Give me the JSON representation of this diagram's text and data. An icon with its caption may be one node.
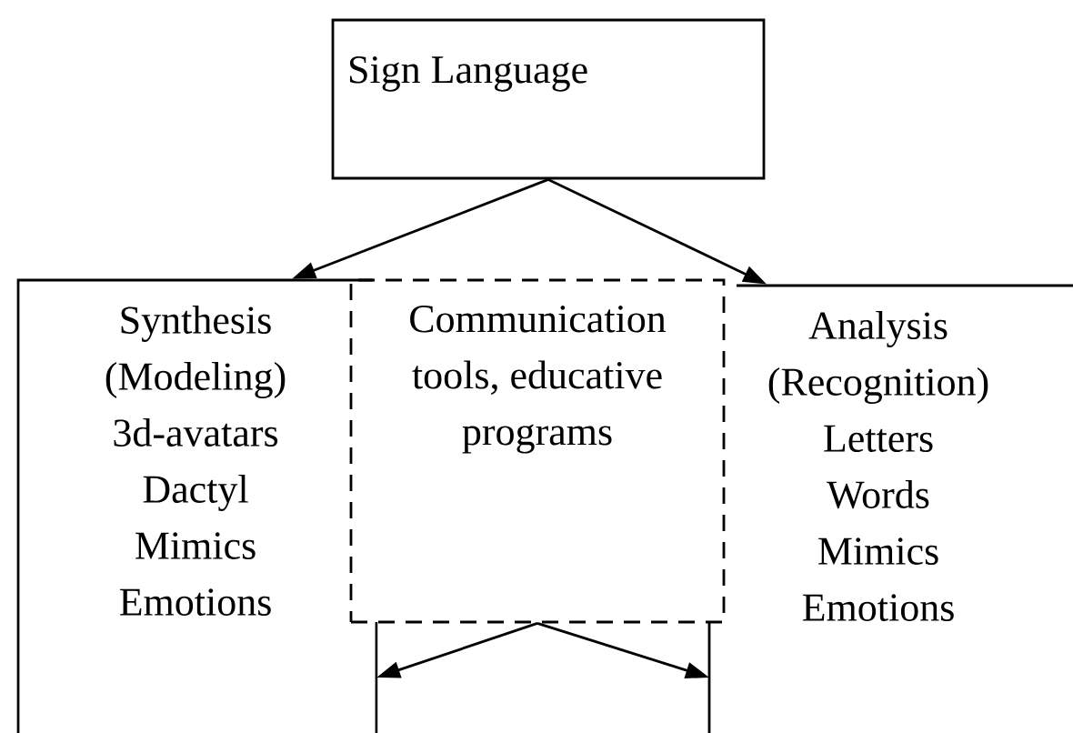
{
  "diagram": {
    "nodes": [
      {
        "text": [
          "Sign Language"
        ]
      },
      {
        "text": [
          "Synthesis (Modeling)",
          "3d-avatars",
          "Dactyl",
          "Mimics",
          "Emotions"
        ]
      },
      {
        "text": [
          "Communication tools, educative programs"
        ]
      },
      {
        "text": [
          "Analysis (Recognition)",
          "Letters",
          "Words",
          "Mimics",
          "Emotions"
        ]
      },
      {
        "text": [],
        "shape": "bar"
      },
      {
        "text": [],
        "shape": "bar"
      }
    ],
    "edges": [
      {
        "from": 0,
        "to": 1,
        "arrow": "to"
      },
      {
        "from": 0,
        "to": 3,
        "arrow": "to"
      },
      {
        "from": 2,
        "to": 4,
        "arrow": "to"
      },
      {
        "from": 2,
        "to": 5,
        "arrow": "to"
      }
    ]
  }
}
